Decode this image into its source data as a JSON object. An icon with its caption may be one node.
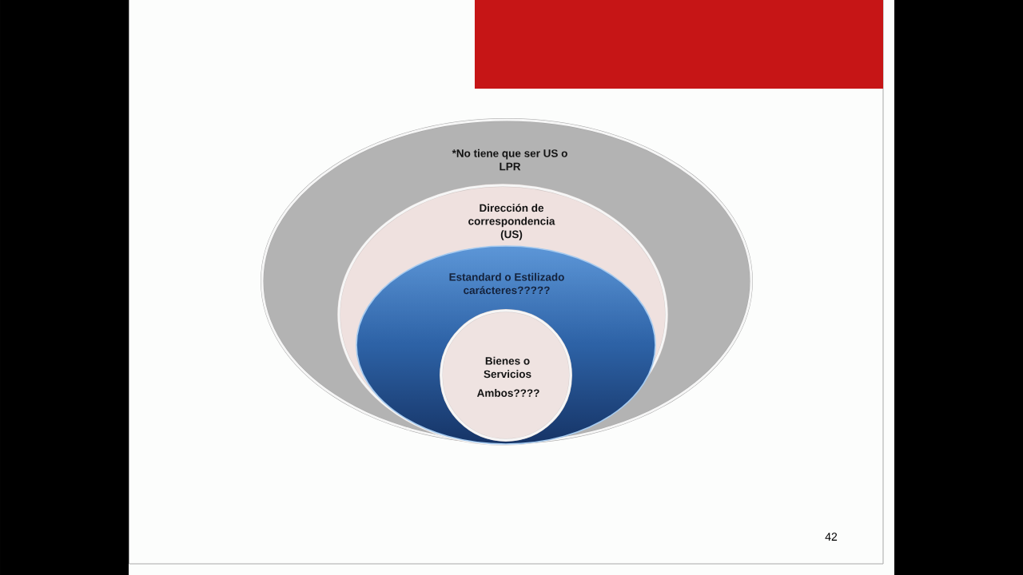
{
  "diagram": {
    "nodes": [
      {
        "text": [],
        "shape": "box"
      },
      {
        "text": [
          "*No tiene que ser US o LPR"
        ]
      },
      {
        "text": [
          "Dirección de correspondencia (US)"
        ],
        "in": 1
      },
      {
        "text": [
          "Estandard o Estilizado carácteres?????"
        ],
        "in": 2
      },
      {
        "text": [
          "Bienes o Servicios",
          "Ambos????"
        ],
        "in": 3
      }
    ],
    "labels": [
      "42"
    ]
  }
}
